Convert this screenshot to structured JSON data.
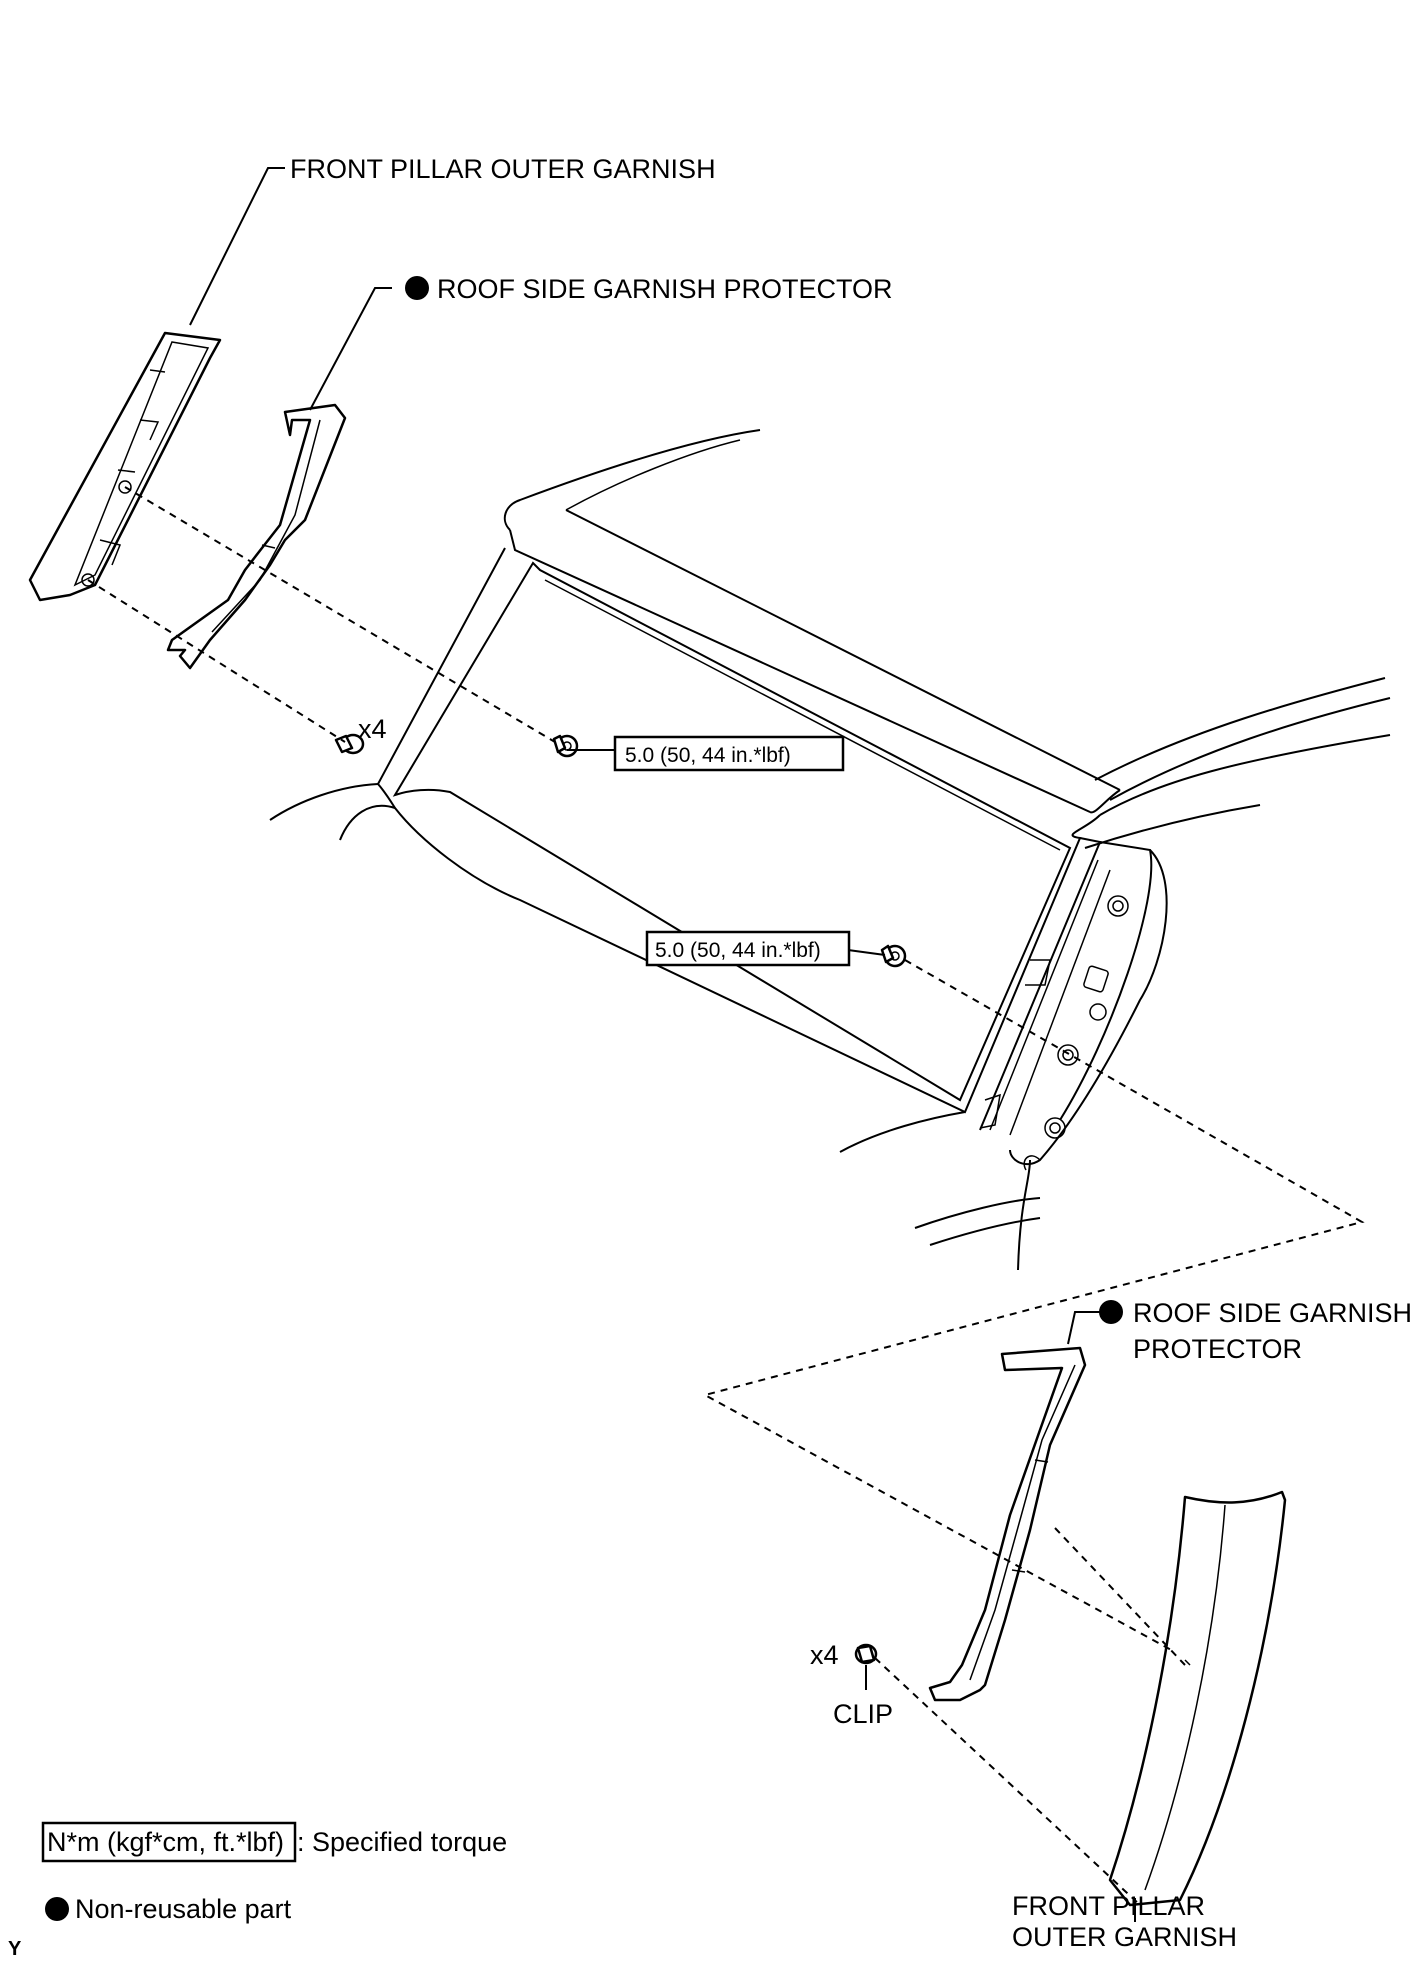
{
  "labels": {
    "front_pillar_outer_garnish_top": "FRONT PILLAR OUTER GARNISH",
    "roof_side_garnish_protector_top": "ROOF SIDE GARNISH PROTECTOR",
    "roof_side_garnish_protector_right_1": "ROOF SIDE GARNISH",
    "roof_side_garnish_protector_right_2": "PROTECTOR",
    "front_pillar_outer_garnish_bottom_1": "FRONT PILLAR",
    "front_pillar_outer_garnish_bottom_2": "OUTER GARNISH",
    "clip": "CLIP",
    "qty_left": "x4",
    "qty_right": "x4",
    "torque_1": "5.0 (50, 44 in.*lbf)",
    "torque_2": "5.0 (50, 44 in.*lbf)",
    "corner_mark": "Y"
  },
  "legend": {
    "torque_unit": "N*m (kgf*cm, ft.*lbf)",
    "torque_desc": ": Specified torque",
    "non_reusable_desc": "Non-reusable part"
  }
}
